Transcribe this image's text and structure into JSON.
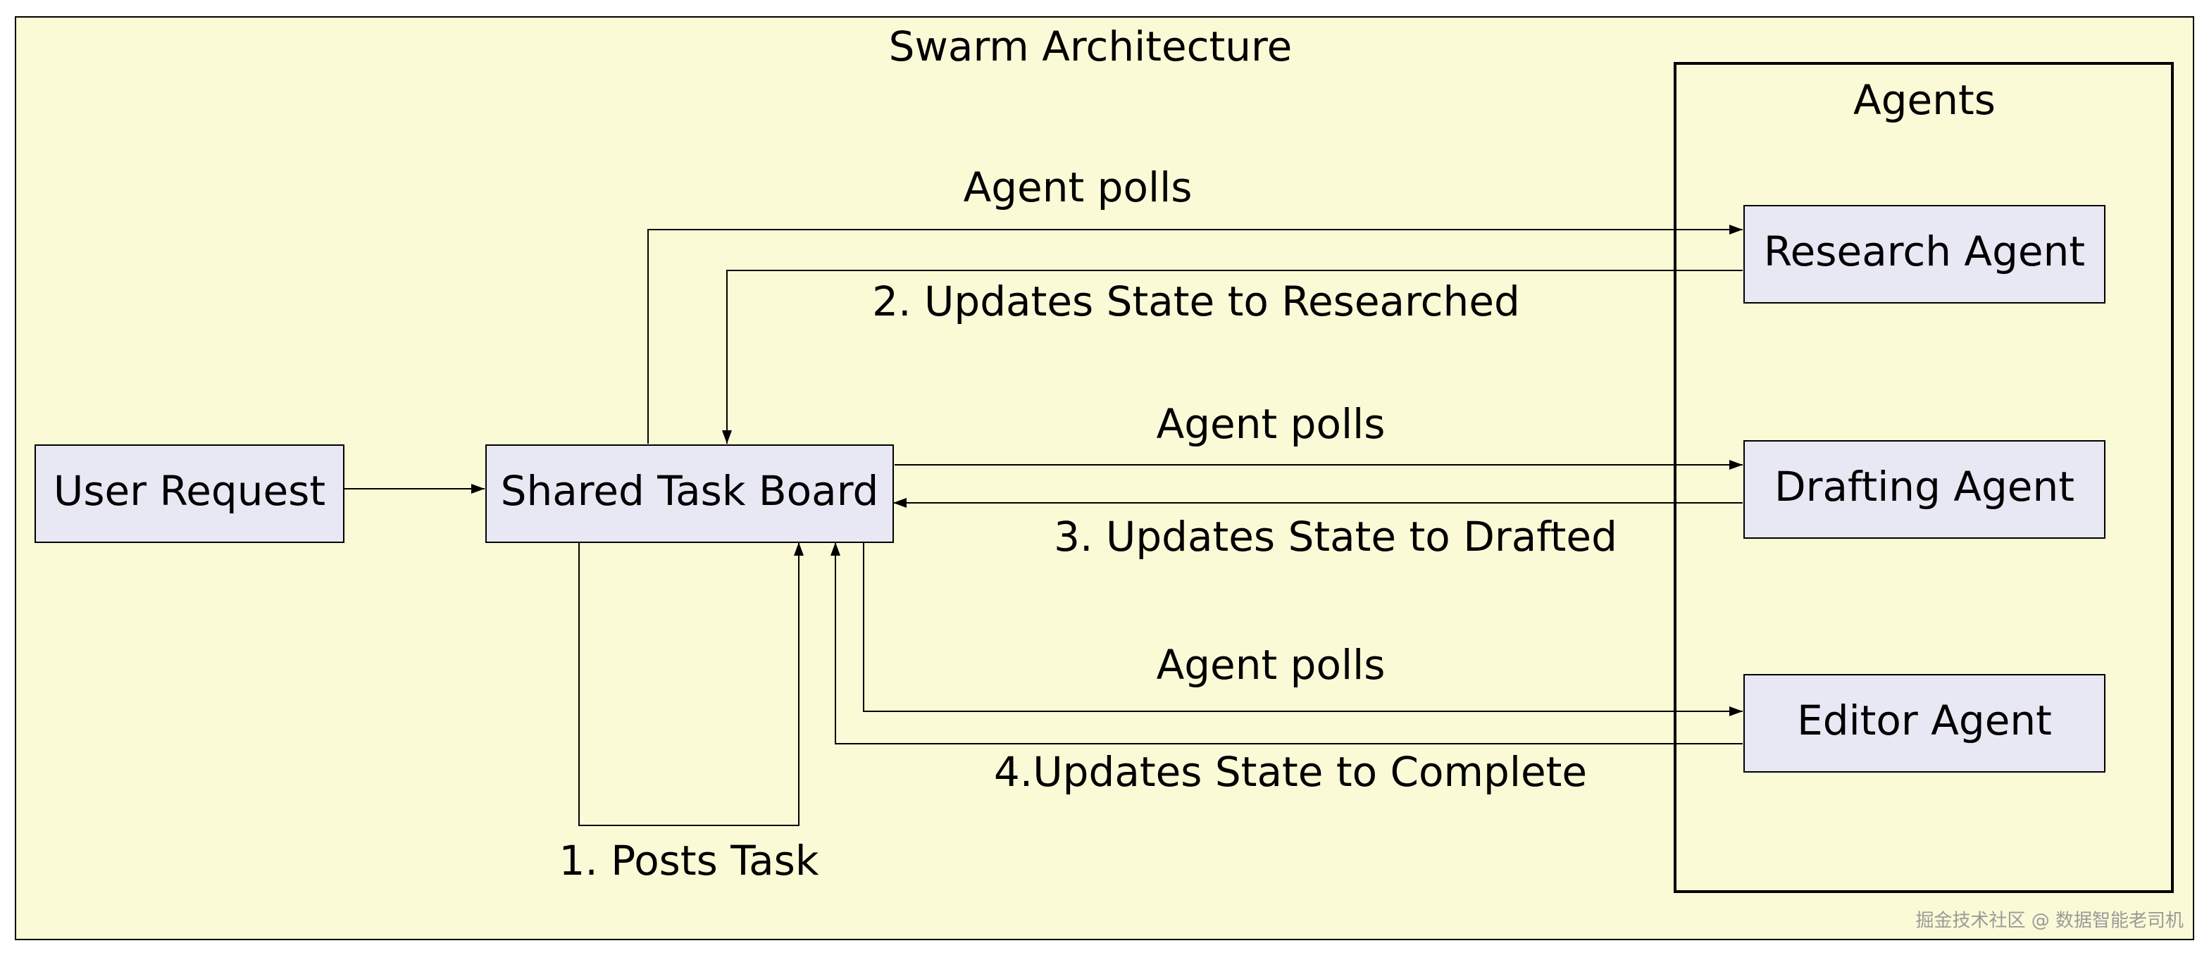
{
  "diagram": {
    "title": "Swarm Architecture",
    "agents_group_label": "Agents",
    "nodes": {
      "user_request": "User Request",
      "shared_task_board": "Shared Task Board",
      "research_agent": "Research Agent",
      "drafting_agent": "Drafting Agent",
      "editor_agent": "Editor Agent"
    },
    "edge_labels": {
      "posts_task": "1.  Posts Task",
      "research_polls": "Agent polls",
      "research_updates": "2. Updates State to Researched",
      "drafting_polls": "Agent polls",
      "drafting_updates": "3. Updates State to Drafted",
      "editor_polls": "Agent polls",
      "editor_updates": "4.Updates State to Complete"
    }
  },
  "watermark": "掘金技术社区 @ 数据智能老司机",
  "colors": {
    "background": "#fafad7",
    "node_fill": "#e8e8f4",
    "stroke": "#000000"
  }
}
